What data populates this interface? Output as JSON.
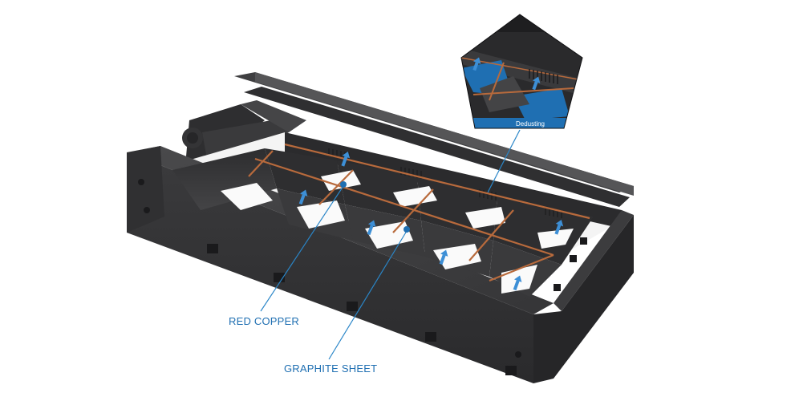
{
  "labels": {
    "red_copper": "RED COPPER",
    "graphite_sheet": "GRAPHITE SHEET",
    "dedusting": "Dedusting"
  },
  "colors": {
    "label_text": "#1f6fb2",
    "leader_line": "#2a86c8",
    "copper_strip": "#b86a3c",
    "frame_dark": "#2f2f31",
    "frame_mid": "#3a3a3c",
    "inset_band": "#1f6fb2",
    "arrow_blue": "#3d8fd6"
  },
  "icons": {
    "airflow_arrow": "arrow-icon",
    "inset": "pentagon-magnifier"
  }
}
